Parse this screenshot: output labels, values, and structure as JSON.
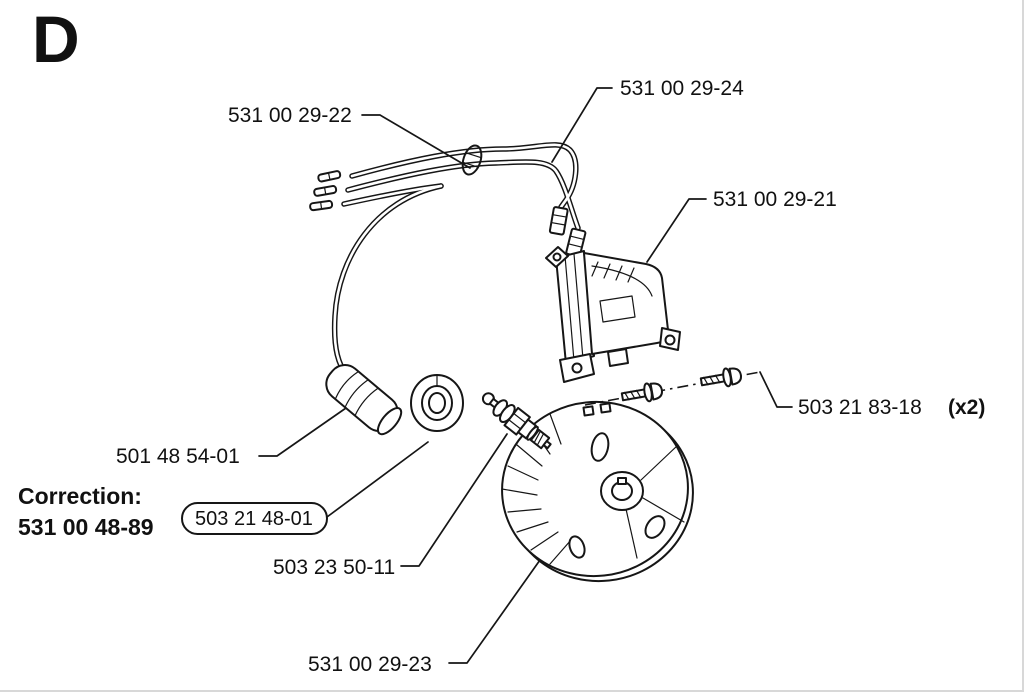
{
  "page": {
    "section_letter": "D"
  },
  "callouts": {
    "wiring_harness": "531 00 29-24",
    "cable_grommet": "531 00 29-22",
    "ignition_module": "531 00 29-21",
    "screw": "503 21 83-18",
    "screw_qty": "(x2)",
    "spark_plug_boot": "501 48 54-01",
    "spark_plug": "503 23 50-11",
    "flywheel": "531 00 29-23"
  },
  "correction": {
    "heading": "Correction:",
    "number": "531 00 48-89",
    "oval_number": "503 21 48-01"
  },
  "colors": {
    "line": "#161616",
    "part_shading": "#c9c9c9",
    "grommet_shading": "#8a8a8a",
    "terminal_shading": "#b5b5b5",
    "background": "#ffffff"
  }
}
